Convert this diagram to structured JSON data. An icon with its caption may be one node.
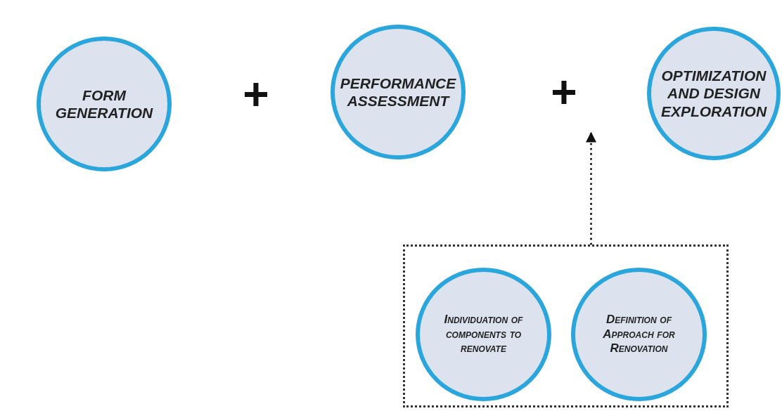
{
  "diagram": {
    "nodes": [
      {
        "text": [
          "FORM GENERATION"
        ]
      },
      {
        "text": [
          "PERFORMANCE ASSESSMENT"
        ]
      },
      {
        "text": [
          "+"
        ]
      },
      {
        "text": [
          "OPTIMIZATION AND DESIGN EXPLORATION"
        ]
      },
      {
        "text": [],
        "shape": "box"
      },
      {
        "text": [
          "Individuation of components to renovate"
        ],
        "in": 4
      },
      {
        "text": [
          "Definition of Approach for Renovation"
        ],
        "in": 4
      }
    ],
    "edges": [
      {
        "from": 4,
        "to": 2,
        "arrow": "to",
        "style": "dashed"
      }
    ],
    "labels": [
      "+"
    ]
  }
}
